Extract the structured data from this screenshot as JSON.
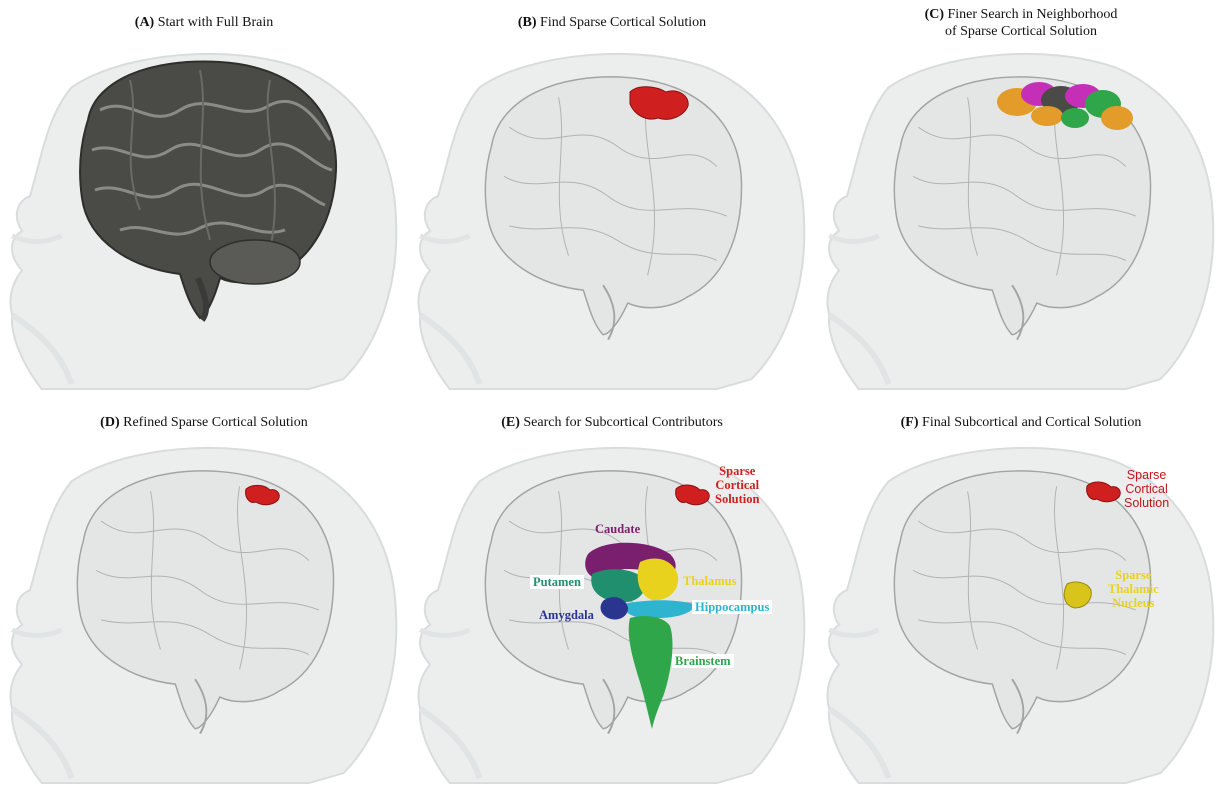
{
  "panels": [
    {
      "letter": "(A)",
      "title": "Start with Full Brain",
      "title_line2": ""
    },
    {
      "letter": "(B)",
      "title": "Find Sparse Cortical Solution",
      "title_line2": ""
    },
    {
      "letter": "(C)",
      "title": "Finer Search in Neighborhood",
      "title_line2": "of Sparse Cortical Solution"
    },
    {
      "letter": "(D)",
      "title": "Refined Sparse Cortical Solution",
      "title_line2": ""
    },
    {
      "letter": "(E)",
      "title": "Search for Subcortical Contributors",
      "title_line2": ""
    },
    {
      "letter": "(F)",
      "title": "Final Subcortical and Cortical Solution",
      "title_line2": ""
    }
  ],
  "labels_e": {
    "sparse_1": "Sparse",
    "sparse_2": "Cortical",
    "sparse_3": "Solution",
    "caudate": "Caudate",
    "putamen": "Putamen",
    "thalamus": "Thalamus",
    "hippocampus": "Hippocampus",
    "amygdala": "Amygdala",
    "brainstem": "Brainstem"
  },
  "labels_f": {
    "sparse_1": "Sparse",
    "sparse_2": "Cortical",
    "sparse_3": "Solution",
    "thal_1": "Sparse",
    "thal_2": "Thalamic",
    "thal_3": "Nucleus"
  },
  "colors": {
    "cortical_red": "#d01f1f",
    "caudate": "#7a1f6e",
    "putamen": "#1f8f6e",
    "thalamus": "#e8d21e",
    "hippocampus": "#2fb4d0",
    "amygdala": "#2a3590",
    "brainstem": "#2fa64a",
    "orange_patch": "#e39b2a",
    "magenta_patch": "#c52fb8"
  }
}
